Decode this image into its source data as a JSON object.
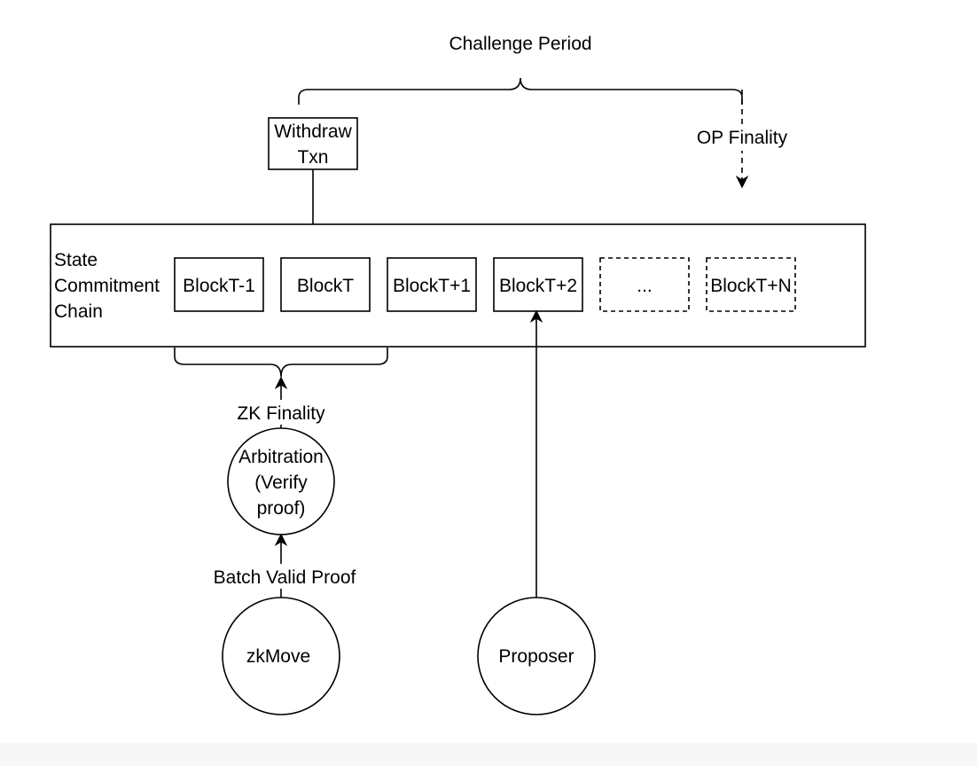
{
  "diagram": {
    "challenge_period_label": "Challenge Period",
    "op_finality_label": "OP Finality",
    "withdraw_txn": [
      "Withdraw",
      "Txn"
    ],
    "state_commitment_chain_label": [
      "State",
      "Commitment",
      "Chain"
    ],
    "blocks": [
      {
        "label": "BlockT-1",
        "style": "solid"
      },
      {
        "label": "BlockT",
        "style": "solid"
      },
      {
        "label": "BlockT+1",
        "style": "solid"
      },
      {
        "label": "BlockT+2",
        "style": "solid"
      },
      {
        "label": "...",
        "style": "dashed"
      },
      {
        "label": "BlockT+N",
        "style": "dashed"
      }
    ],
    "zk_finality_label": "ZK Finality",
    "arbitration": [
      "Arbitration",
      "(Verify",
      "proof)"
    ],
    "batch_valid_proof_label": "Batch Valid Proof",
    "zkmove_label": "zkMove",
    "proposer_label": "Proposer"
  },
  "colors": {
    "stroke": "#000000",
    "background": "#ffffff",
    "footer": "#f7f7f7"
  }
}
